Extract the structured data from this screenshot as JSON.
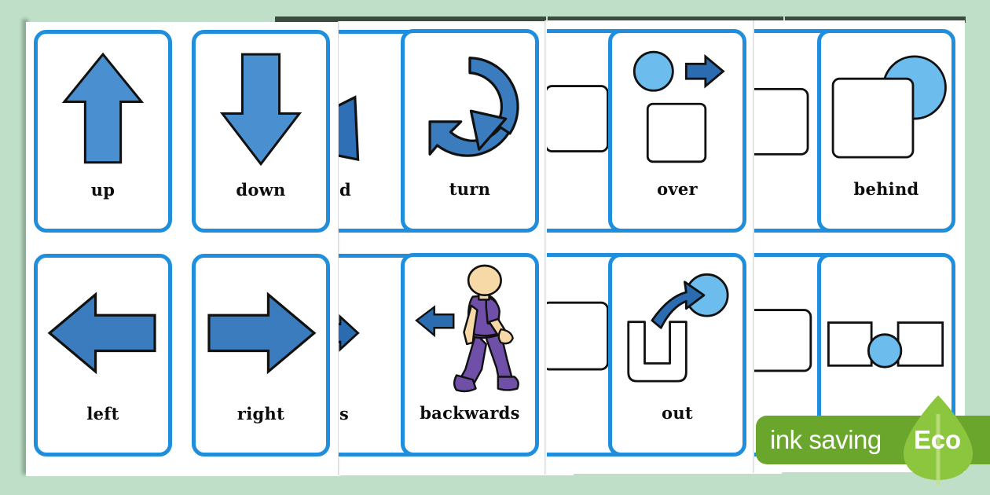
{
  "page": {
    "background_color": "#bfdfc9",
    "sheet_color": "#ffffff",
    "title": "Directional and Positional Language Flashcards"
  },
  "colors": {
    "card_border_blue": "#1f8fdd",
    "arrow_light_blue": "#4a90d0",
    "arrow_dark_blue": "#2b6cb0",
    "shape_light_blue": "#6cbced",
    "outline_black": "#111111",
    "label_black": "#0d0d0d",
    "eco_green": "#6aa62b",
    "leaf_green": "#8cc63f",
    "background_green": "#bfdfc9",
    "figure_purple": "#6f4fa8",
    "figure_skin": "#f7d9a8"
  },
  "cards": [
    {
      "id": "up",
      "label": "up",
      "icon": "arrow-up-icon",
      "row": 1,
      "col": 1,
      "visible": "full"
    },
    {
      "id": "down",
      "label": "down",
      "icon": "arrow-down-icon",
      "row": 1,
      "col": 2,
      "visible": "full"
    },
    {
      "id": "forward",
      "label": "d",
      "icon": "arrow-fragment-icon",
      "row": 1,
      "col": 3,
      "visible": "occluded"
    },
    {
      "id": "turn",
      "label": "turn",
      "icon": "rotate-arrow-icon",
      "row": 1,
      "col": 4,
      "visible": "full"
    },
    {
      "id": "in",
      "label": "",
      "icon": "square-edge-icon",
      "row": 1,
      "col": 5,
      "visible": "occluded"
    },
    {
      "id": "over",
      "label": "over",
      "icon": "circle-over-square-icon",
      "row": 1,
      "col": 6,
      "visible": "full"
    },
    {
      "id": "infront",
      "label": "",
      "icon": "rounded-square-icon",
      "row": 1,
      "col": 7,
      "visible": "occluded"
    },
    {
      "id": "behind",
      "label": "behind",
      "icon": "circle-behind-square-icon",
      "row": 1,
      "col": 8,
      "visible": "full"
    },
    {
      "id": "left",
      "label": "left",
      "icon": "arrow-left-icon",
      "row": 2,
      "col": 1,
      "visible": "full"
    },
    {
      "id": "right",
      "label": "right",
      "icon": "arrow-right-icon",
      "row": 2,
      "col": 2,
      "visible": "full"
    },
    {
      "id": "forwards",
      "label": "s",
      "icon": "arrow-right-small-icon",
      "row": 2,
      "col": 3,
      "visible": "occluded"
    },
    {
      "id": "backwards",
      "label": "backwards",
      "icon": "walking-person-icon",
      "row": 2,
      "col": 4,
      "visible": "full"
    },
    {
      "id": "under",
      "label": "",
      "icon": "rounded-square-icon",
      "row": 2,
      "col": 5,
      "visible": "occluded"
    },
    {
      "id": "out",
      "label": "out",
      "icon": "ball-out-of-container-icon",
      "row": 2,
      "col": 6,
      "visible": "full"
    },
    {
      "id": "through",
      "label": "",
      "icon": "rounded-square-icon",
      "row": 2,
      "col": 7,
      "visible": "occluded"
    },
    {
      "id": "between",
      "label": "",
      "icon": "circle-between-squares-icon",
      "row": 2,
      "col": 8,
      "visible": "full"
    }
  ],
  "eco_badge": {
    "ink_text": "ink saving",
    "eco_text": "Eco",
    "icon": "leaf-icon"
  }
}
